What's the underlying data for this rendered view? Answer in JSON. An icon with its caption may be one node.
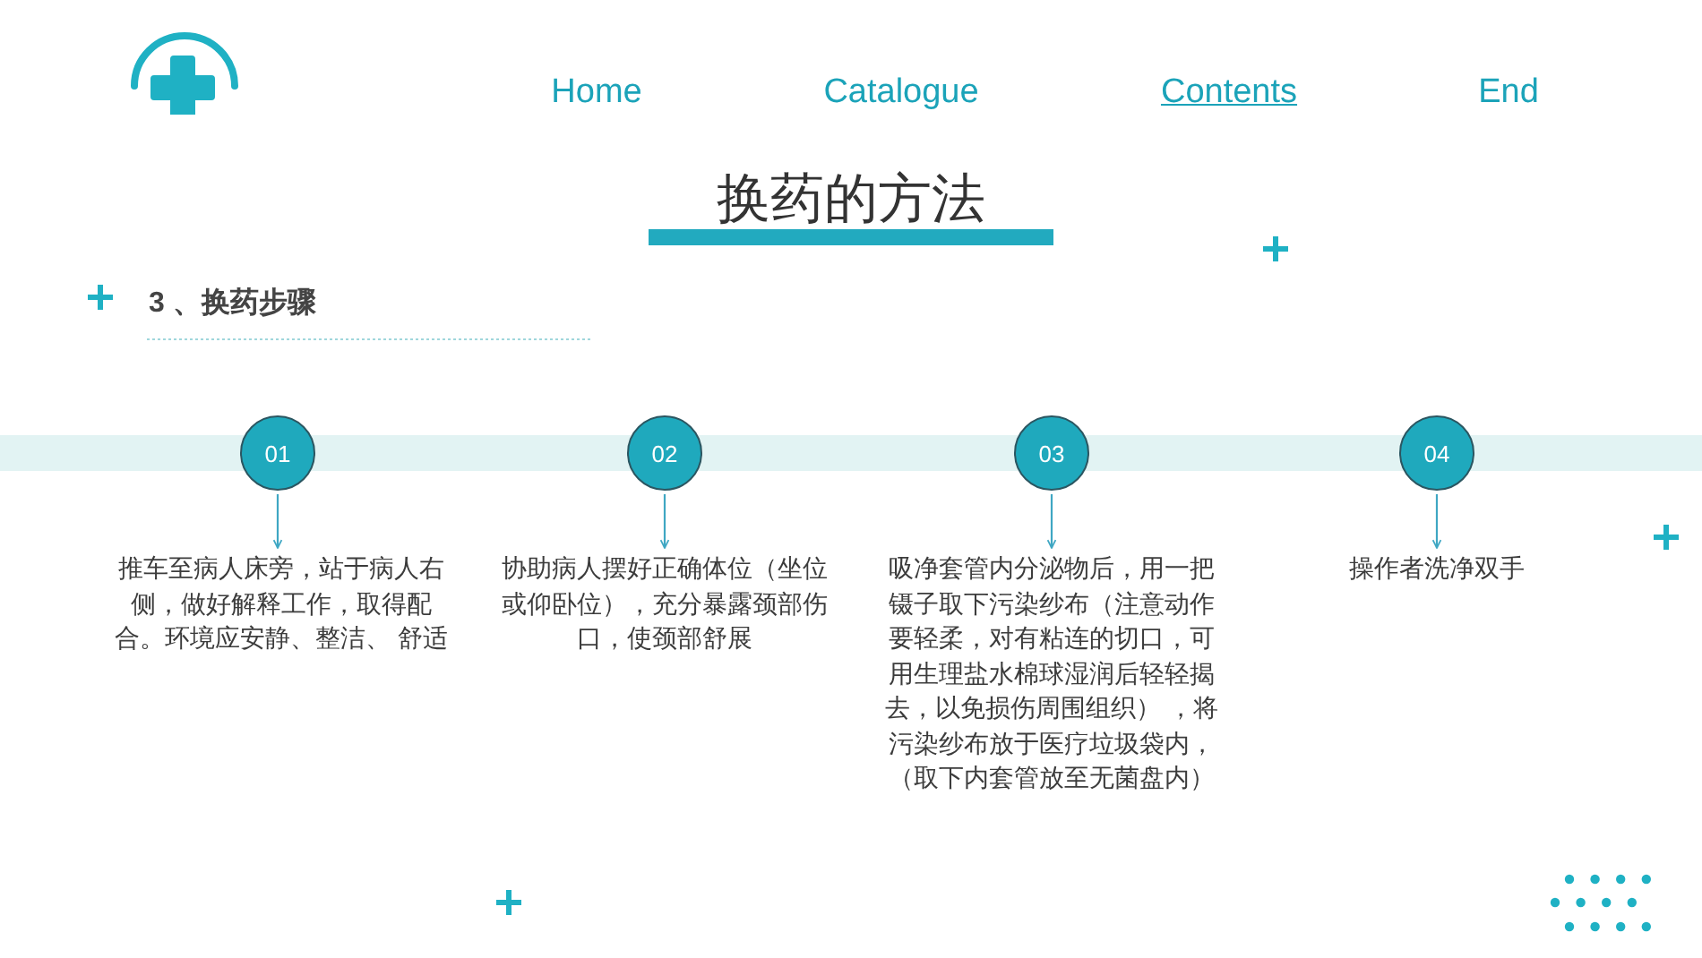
{
  "diagram": {
    "title": "换药的方法",
    "nodes": [
      {
        "text": [
          "01"
        ]
      },
      {
        "text": [
          "推车至病人床旁，站于病人右侧，做好解释工作，取得配合。环境应安静、整洁、 舒适"
        ]
      },
      {
        "text": [
          "02"
        ]
      },
      {
        "text": [
          "协助病人摆好正确体位（坐位或仰卧位），充分暴露颈部伤口，使颈部舒展"
        ]
      },
      {
        "text": [
          "03"
        ]
      },
      {
        "text": [
          "吸净套管内分泌物后，用一把镊子取下污染纱布（注意动作要轻柔，对有粘连的切口，可用生理盐水棉球湿润后轻轻揭去，以免损伤周围组织） ，将污染纱布放于医疗垃圾袋内，（取下内套管放至无菌盘内）"
        ]
      },
      {
        "text": [
          "04"
        ]
      },
      {
        "text": [
          "操作者洗净双手"
        ]
      }
    ],
    "edges": [
      {
        "from": 0,
        "to": 1,
        "arrow": "to"
      },
      {
        "from": 2,
        "to": 3,
        "arrow": "to"
      },
      {
        "from": 4,
        "to": 5,
        "arrow": "to"
      },
      {
        "from": 6,
        "to": 7,
        "arrow": "to"
      }
    ],
    "labels": [
      "Home",
      "Catalogue",
      "Contents",
      "End",
      "3 、换药步骤"
    ]
  }
}
